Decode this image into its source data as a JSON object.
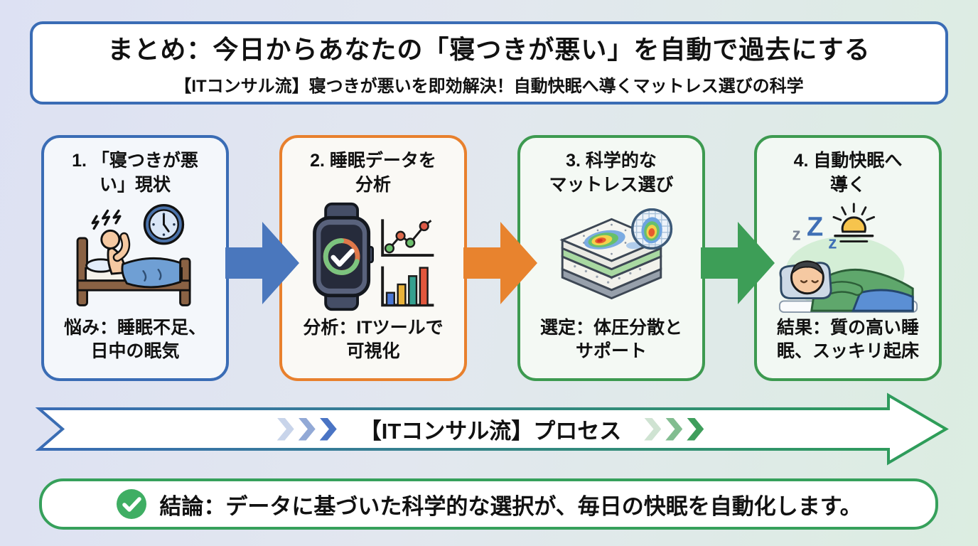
{
  "background": {
    "gradient_left": "#dde1f3",
    "gradient_right": "#dcede1"
  },
  "header": {
    "title": "まとめ：今日からあなたの「寝つきが悪い」を自動で過去にする",
    "subtitle": "【ITコンサル流】寝つきが悪いを即効解決！自動快眠へ導くマットレス選びの科学",
    "border_color": "#3a6cb5"
  },
  "steps": [
    {
      "title": "1. 「寝つきが悪\nい」現状",
      "caption": "悩み：睡眠不足、\n日中の眠気",
      "icon": "restless-sleeper-bed-clock-icon",
      "border_color": "#3a6cb5",
      "fill": "#f4f7fb"
    },
    {
      "title": "2. 睡眠データを\n分析",
      "caption": "分析：ITツールで\n可視化",
      "icon": "smartwatch-analytics-charts-icon",
      "border_color": "#e8802d",
      "fill": "#faf9f5"
    },
    {
      "title": "3. 科学的な\nマットレス選び",
      "caption": "選定：体圧分散と\nサポート",
      "icon": "mattress-pressure-heatmap-icon",
      "border_color": "#3d9a50",
      "fill": "#f4f9f4"
    },
    {
      "title": "4. 自動快眠へ\n導く",
      "caption": "結果：質の高い睡\n眠、スッキリ起床",
      "icon": "sleeping-person-sunrise-icon",
      "border_color": "#3d9a50",
      "fill": "#f2f8f3",
      "zzz": [
        "z",
        "Z",
        "z"
      ]
    }
  ],
  "flow_arrows": [
    {
      "color": "#4a77bd"
    },
    {
      "color": "#e8832e"
    },
    {
      "color": "#3d9e57"
    }
  ],
  "process_banner": {
    "label": "【ITコンサル流】プロセス",
    "border_gradient": [
      "#3a6cb5",
      "#2e9e57"
    ],
    "left_chevrons": [
      "#c8d4ea",
      "#92a9d6",
      "#4a74c4"
    ],
    "right_chevrons": [
      "#cfe3d2",
      "#82bd90",
      "#3f9e5c"
    ]
  },
  "conclusion": {
    "text": "結論：データに基づいた科学的な選択が、毎日の快眠を自動化します。",
    "border_color": "#36a05b",
    "check_icon_color": "#3fae63"
  }
}
